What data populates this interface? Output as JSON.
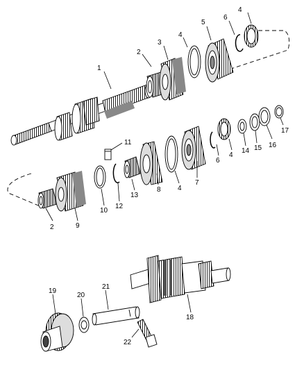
{
  "callouts": {
    "c1": "1",
    "c2a": "2",
    "c3": "3",
    "c4a": "4",
    "c5": "5",
    "c6a": "6",
    "c4b": "4",
    "c11": "11",
    "c8": "8",
    "c4c": "4",
    "c7": "7",
    "c6b": "6",
    "c4d": "4",
    "c14": "14",
    "c15": "15",
    "c16": "16",
    "c17": "17",
    "c2b": "2",
    "c9": "9",
    "c10": "10",
    "c12": "12",
    "c13": "13",
    "c18": "18",
    "c19": "19",
    "c20": "20",
    "c21": "21",
    "c22": "22"
  },
  "colors": {
    "line": "#000000",
    "fill": "#ffffff",
    "shade": "#9a9a9a",
    "dark": "#3c3c3c"
  }
}
